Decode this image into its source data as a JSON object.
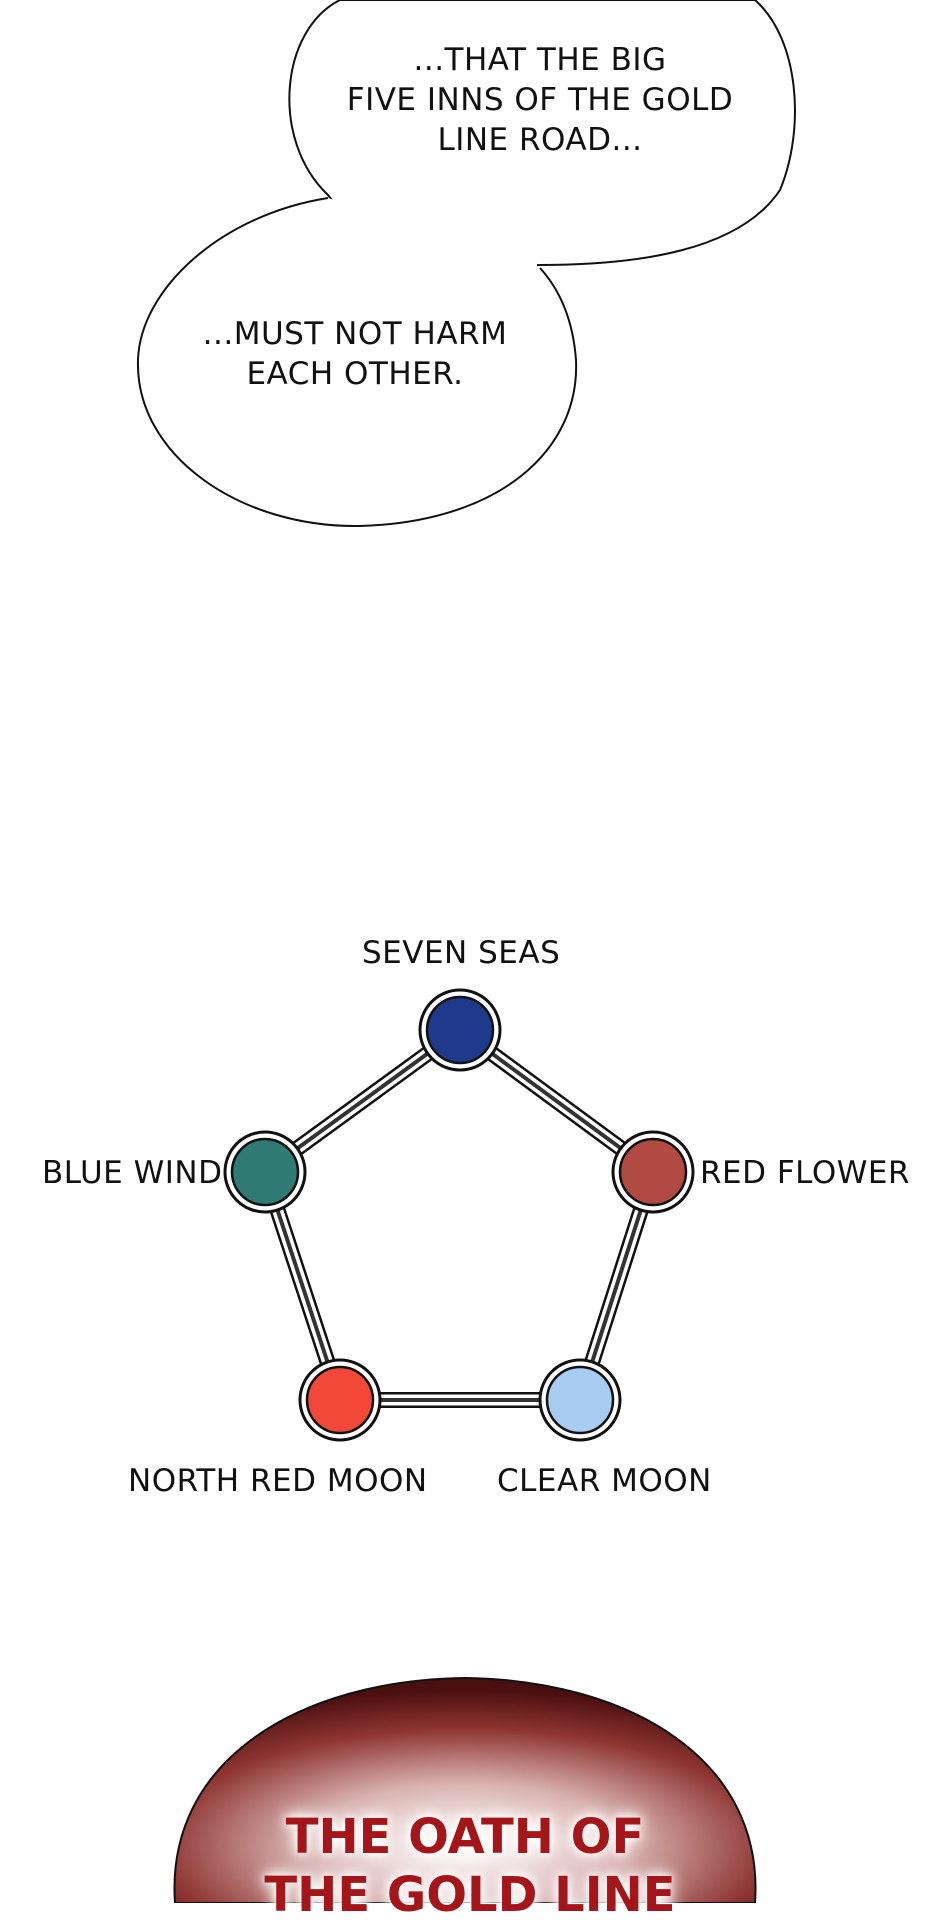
{
  "bubbles": [
    {
      "lines": [
        "...THAT THE BIG",
        "FIVE INNS OF THE GOLD",
        "LINE ROAD..."
      ]
    },
    {
      "lines": [
        "...MUST NOT HARM",
        "EACH OTHER."
      ]
    }
  ],
  "diagram": {
    "nodes": [
      {
        "label": "SEVEN SEAS",
        "color": "#1f3a8a"
      },
      {
        "label": "RED FLOWER",
        "color": "#b04a42"
      },
      {
        "label": "CLEAR MOON",
        "color": "#a9cdf2"
      },
      {
        "label": "NORTH RED MOON",
        "color": "#f2483a"
      },
      {
        "label": "BLUE WIND",
        "color": "#2f7a72"
      }
    ]
  },
  "banner": {
    "lines": [
      "THE OATH OF",
      "THE GOLD LINE"
    ],
    "color": "#a4161a"
  }
}
